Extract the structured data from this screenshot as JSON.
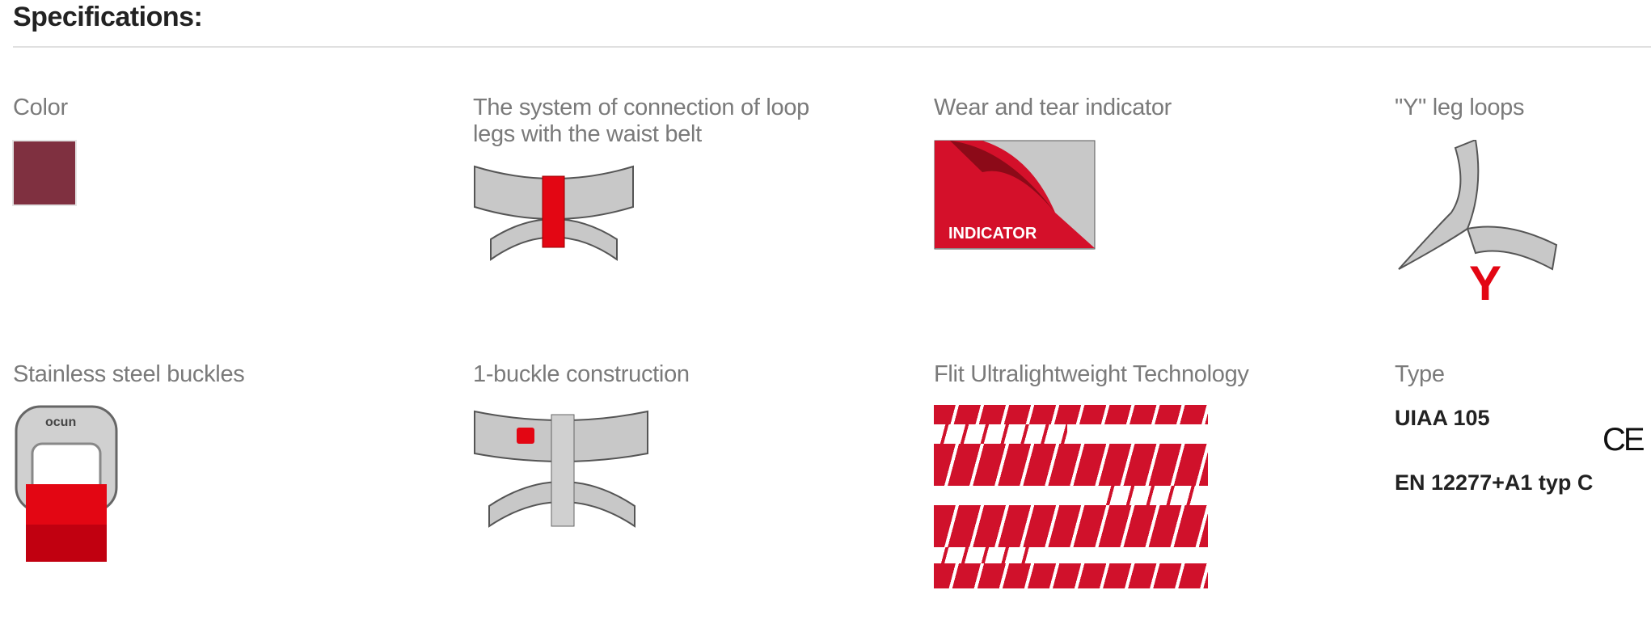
{
  "heading": "Specifications:",
  "specs": {
    "color": {
      "label": "Color",
      "swatch": "#7f3040"
    },
    "connection": {
      "label_line1": "The system of connection of loop",
      "label_line2": "legs with the waist belt"
    },
    "wear": {
      "label": "Wear and tear indicator",
      "image_text": "INDICATOR"
    },
    "yloops": {
      "label": "\"Y\" leg loops",
      "image_text": "Y"
    },
    "buckles": {
      "label": "Stainless steel buckles",
      "image_text": "ocun"
    },
    "onebuckle": {
      "label": "1-buckle construction"
    },
    "flit": {
      "label": "Flit Ultralightweight Technology"
    },
    "type": {
      "label": "Type",
      "value1": "UIAA 105",
      "value2": "EN 12277+A1 typ C",
      "mark": "CE"
    }
  },
  "colors": {
    "accent_red": "#e30613",
    "gray": "#c8c8c8"
  }
}
